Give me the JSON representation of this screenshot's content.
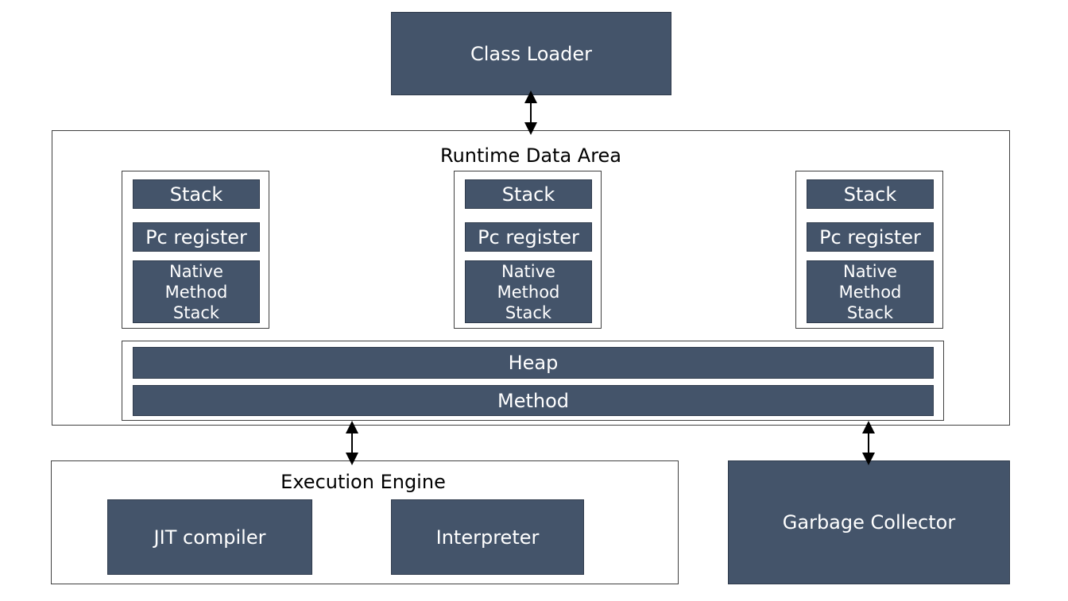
{
  "class_loader": {
    "label": "Class Loader"
  },
  "runtime_data_area": {
    "title": "Runtime Data Area",
    "thread_groups": [
      {
        "stack": "Stack",
        "pc_register": "Pc register",
        "native_method_stack": "Native\nMethod\nStack"
      },
      {
        "stack": "Stack",
        "pc_register": "Pc register",
        "native_method_stack": "Native\nMethod\nStack"
      },
      {
        "stack": "Stack",
        "pc_register": "Pc register",
        "native_method_stack": "Native\nMethod\nStack"
      }
    ],
    "heap": "Heap",
    "method": "Method"
  },
  "execution_engine": {
    "title": "Execution Engine",
    "jit_compiler": "JIT compiler",
    "interpreter": "Interpreter"
  },
  "garbage_collector": {
    "label": "Garbage Collector"
  },
  "colors": {
    "box_fill": "#44546a",
    "box_text": "#ffffff",
    "frame_border": "#404040"
  }
}
